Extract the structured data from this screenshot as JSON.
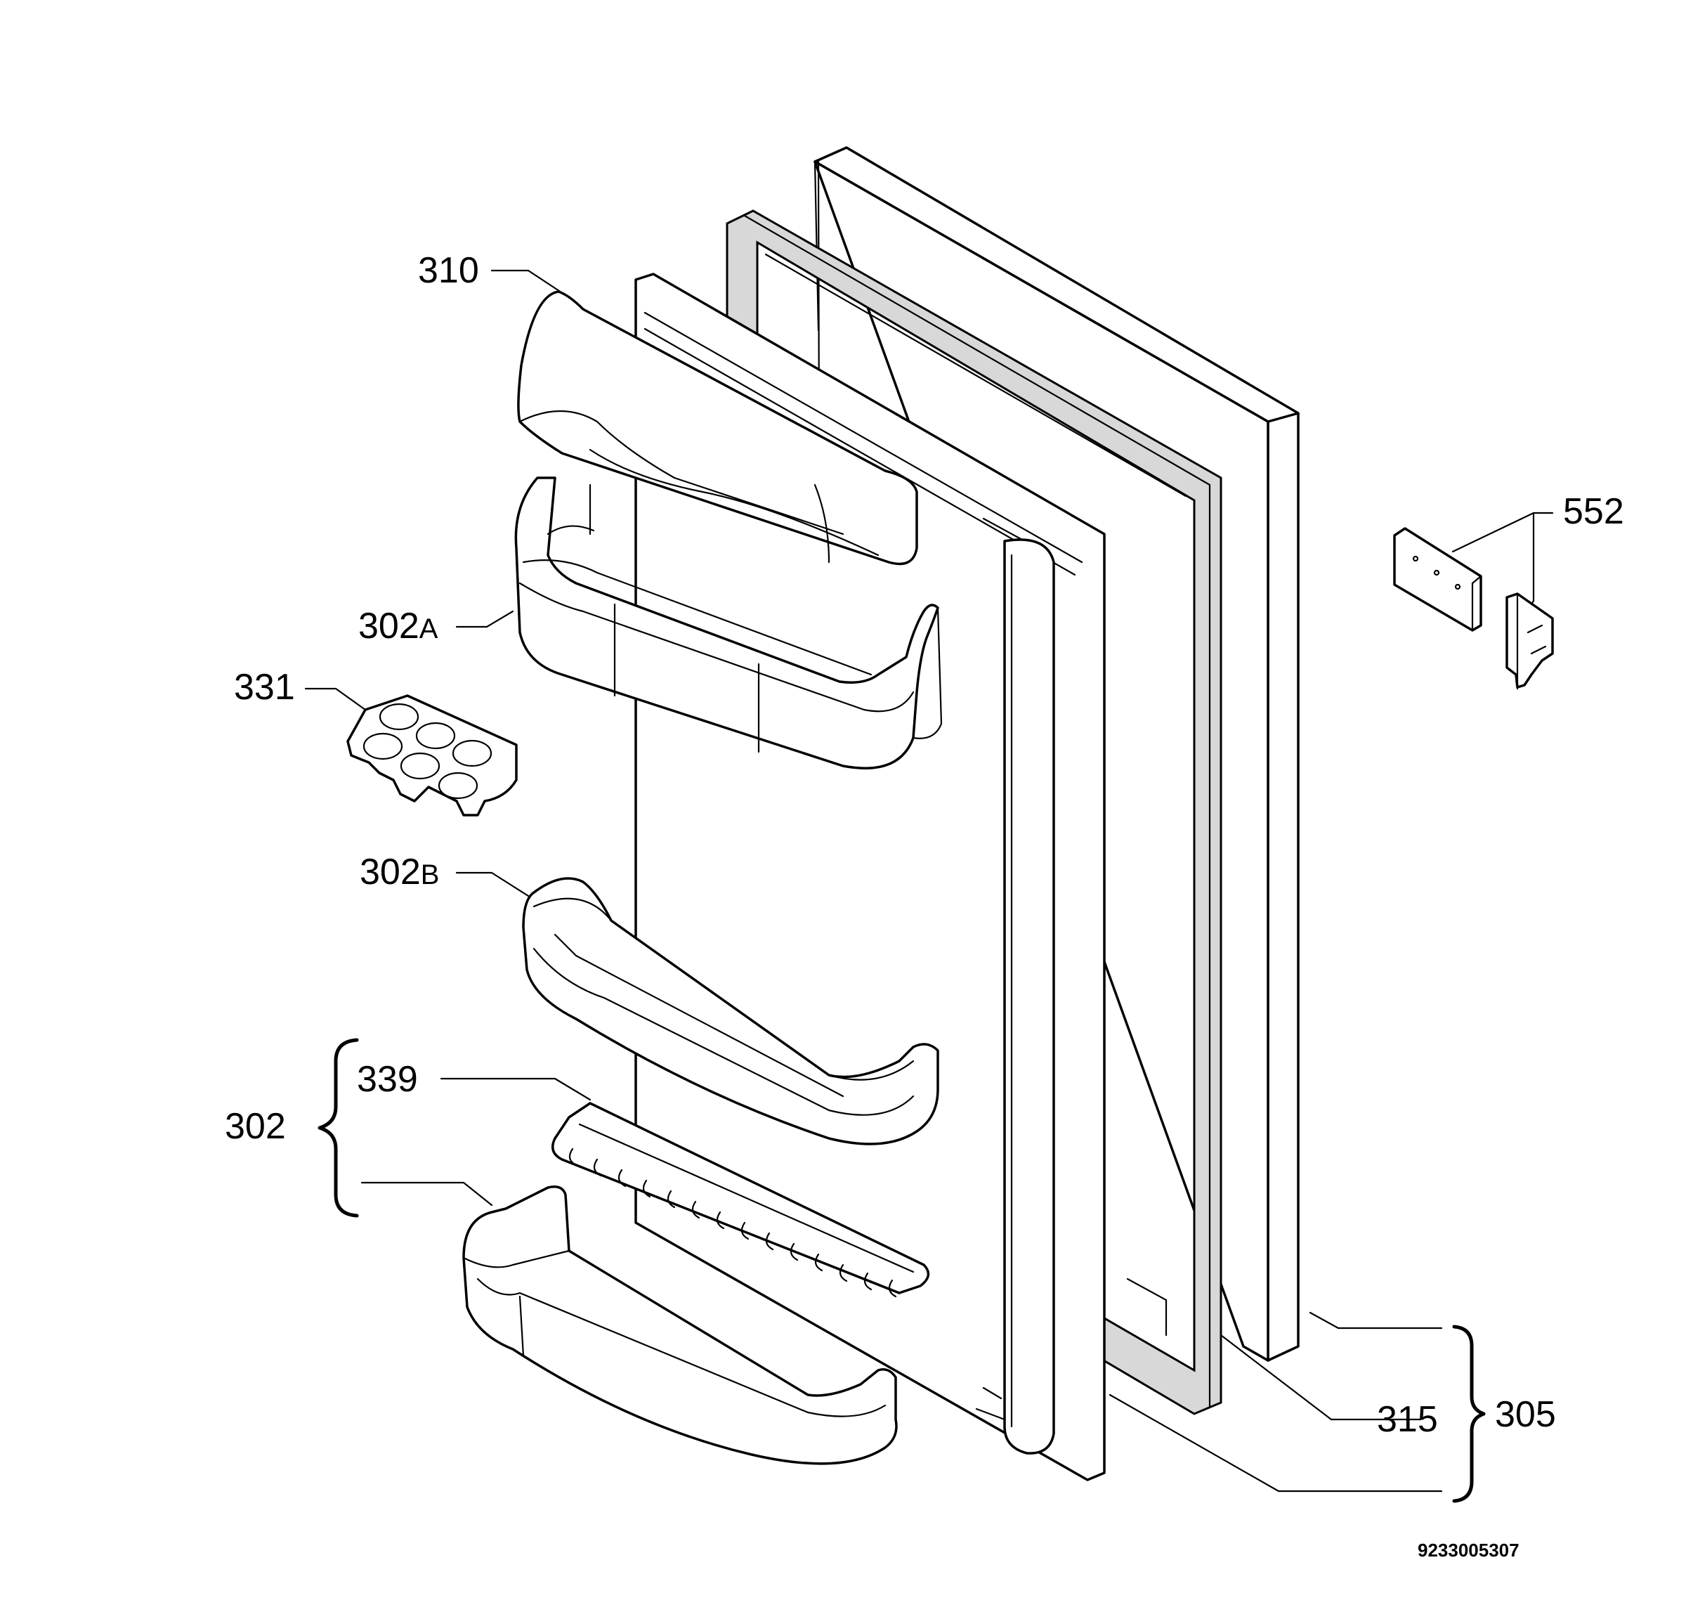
{
  "diagram": {
    "code": "9233005307",
    "callouts": {
      "c310": "310",
      "c302a_num": "302",
      "c302a_suf": "A",
      "c331": "331",
      "c302b_num": "302",
      "c302b_suf": "B",
      "c339": "339",
      "c302": "302",
      "c552": "552",
      "c315": "315",
      "c305": "305"
    }
  }
}
